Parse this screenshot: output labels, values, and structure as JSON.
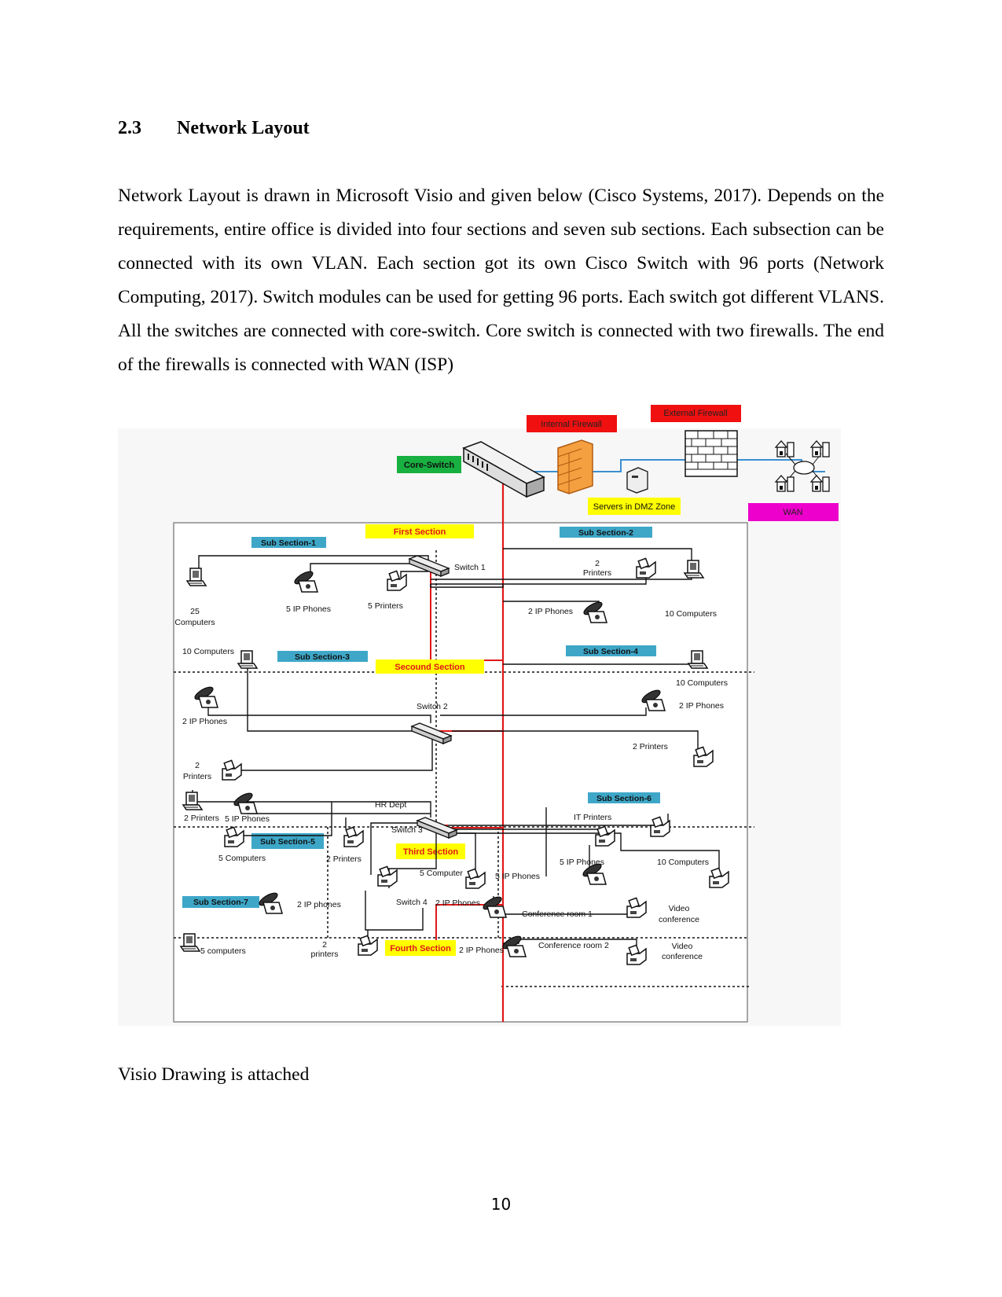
{
  "heading": {
    "number": "2.3",
    "title": "Network Layout"
  },
  "paragraph": "Network Layout is drawn in Microsoft Visio and given below (Cisco Systems, 2017). Depends on the requirements, entire office is divided into four sections and seven sub sections. Each subsection can be connected with its own VLAN. Each section got its own Cisco Switch with 96 ports (Network Computing, 2017). Switch modules can be used for getting 96 ports. Each switch got different VLANS. All the switches are connected with core-switch. Core switch is connected with two firewalls. The end of the firewalls is connected with WAN (ISP)",
  "diagram": {
    "tags": {
      "internal_firewall": "Internal Firewall",
      "external_firewall": "External Firewall",
      "core_switch": "Core-Switch",
      "servers_dmz": "Servers in DMZ Zone",
      "wan": "WAN",
      "first_section": "First Section",
      "second_section": "Secound Section",
      "third_section": "Third Section",
      "fourth_section": "Fourth Section",
      "sub_section_1": "Sub Section-1",
      "sub_section_2": "Sub Section-2",
      "sub_section_3": "Sub Section-3",
      "sub_section_4": "Sub Section-4",
      "sub_section_5": "Sub Section-5",
      "sub_section_6": "Sub Section-6",
      "sub_section_7": "Sub Section-7"
    },
    "labels": {
      "switch_1": "Switch 1",
      "switch_2": "Switch 2",
      "switch_3": "Switch 3",
      "switch_4": "Switch 4",
      "s1_computers_num": "25",
      "s1_computers": "Computers",
      "s1_phones": "5 IP Phones",
      "s1_printers": "5 Printers",
      "s2_printers_num": "2",
      "s2_printers": "Printers",
      "s2_phones": "2 IP Phones",
      "s2_computers": "10 Computers",
      "s3_computers": "10 Computers",
      "s3_phones": "2 IP Phones",
      "s3_printers_num": "2",
      "s3_printers": "Printers",
      "s4_computers": "10 Computers",
      "s4_phones": "2 IP Phones",
      "s4_printers": "2 Printers",
      "s5_printers": "2 Printers",
      "s5_phones": "5 IP Phones",
      "s5_computers": "5 Computers",
      "s5_printers_2": "2 Printers",
      "hr_dept": "HR Dept",
      "third_computer": "5 Computer",
      "third_phones": "5 IP Phones",
      "s6_it_printers": "IT Printers",
      "s6_phones": "5 IP Phones",
      "s6_computers": "10 Computers",
      "s7_phones": "2 IP phones",
      "s7_computers": "5 computers",
      "s7_printers_num": "2",
      "s7_printers": "printers",
      "f4_phones_a": "2 IP Phones",
      "f4_phones_b": "2 IP Phones",
      "conf_room_1": "Conference room 1",
      "conf_room_2": "Conference room 2",
      "video_conf_1a": "Video",
      "video_conf_1b": "conference",
      "video_conf_2a": "Video",
      "video_conf_2b": "conference"
    }
  },
  "caption": "Visio Drawing is attached",
  "page_number": "10",
  "colors": {
    "tag_red": "#f01010",
    "tag_green": "#18b040",
    "tag_yellow": "#ffff00",
    "tag_blue": "#3ea7c8",
    "tag_magenta": "#ee00cc",
    "core_link": "#3a8fd0",
    "red_link": "#e01818"
  }
}
